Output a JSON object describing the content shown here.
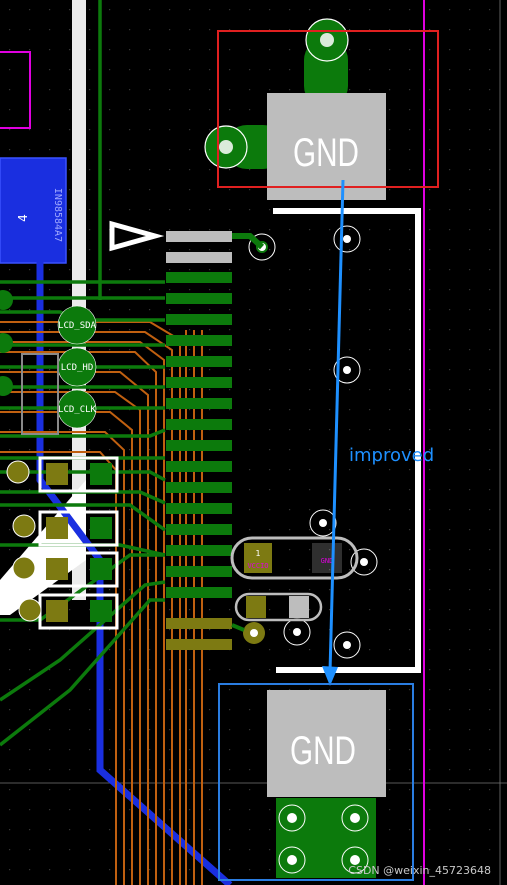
{
  "pads": {
    "top_gnd_label": "GND",
    "bottom_gnd_label": "GND",
    "pin_number": "1"
  },
  "nets": [
    "LCD_SDA",
    "LCD_HD",
    "LCD_CLK"
  ],
  "component": {
    "refdes_mirrored": "IN98584A7",
    "pin_number": "4",
    "cap_left_net": "VCCIO",
    "cap_right_net": "GND"
  },
  "annotation": {
    "text": "improved"
  },
  "watermark": "CSDN @weixin_45723648",
  "colors": {
    "background": "#000000",
    "copper_green": "#0c7a0c",
    "pad_gray": "#bdbdbd",
    "annotation_blue": "#1e90ff",
    "box_red": "#e02020",
    "box_blue": "#2a7de1",
    "trace_orange": "#c06010",
    "board_outline_magenta": "#e000e0"
  }
}
